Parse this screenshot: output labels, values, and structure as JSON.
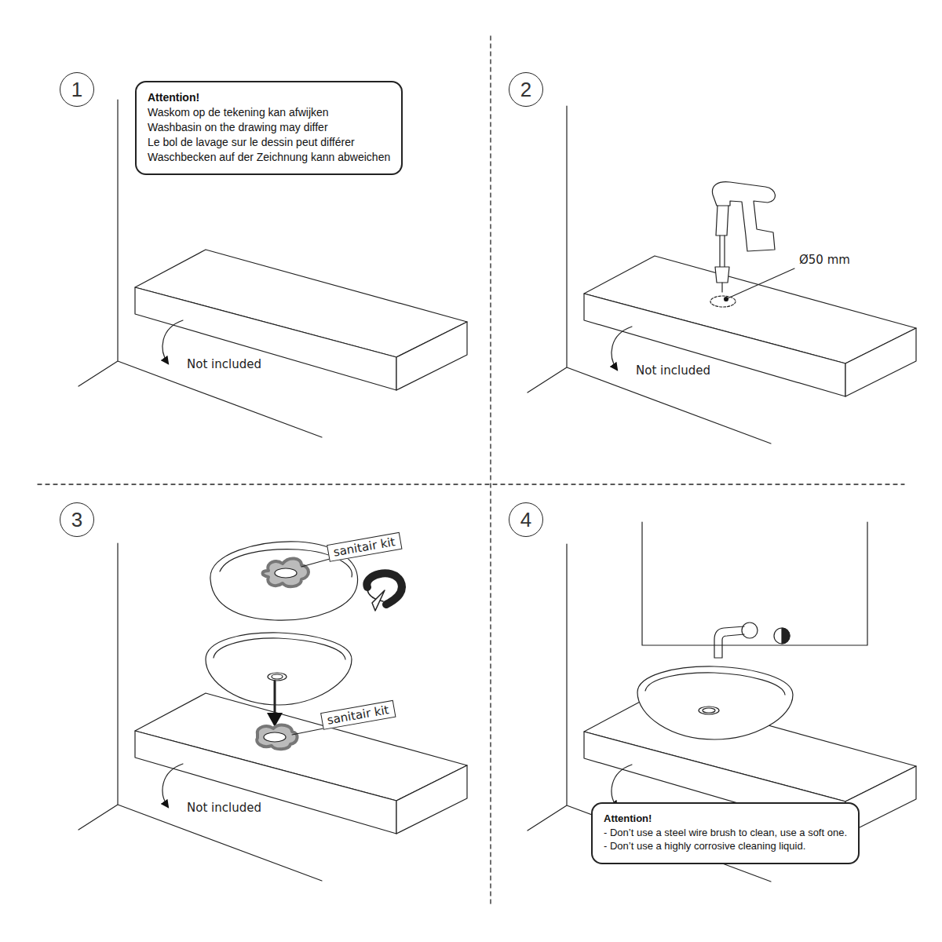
{
  "diagram": {
    "nodes": [
      {
        "text": [
          "1"
        ]
      },
      {
        "text": [
          "Attention!",
          "Waskom op de tekening kan afwijken",
          "Washbasin on the drawing may differ",
          "Le bol de lavage sur le dessin peut différer",
          "Waschbecken auf der Zeichnung kann abweichen"
        ]
      },
      {
        "text": [
          "2"
        ]
      },
      {
        "text": [
          "3"
        ]
      },
      {
        "text": [
          "4"
        ]
      },
      {
        "text": [
          "Attention!",
          "- Don’t use a steel wire brush to clean, use a soft one.",
          "- Don’t use a highly corrosive cleaning liquid."
        ]
      }
    ],
    "labels": [
      "Not included",
      "Ø50 mm",
      "Not included",
      "sanitair kit",
      "sanitair kit",
      "Not included"
    ]
  }
}
